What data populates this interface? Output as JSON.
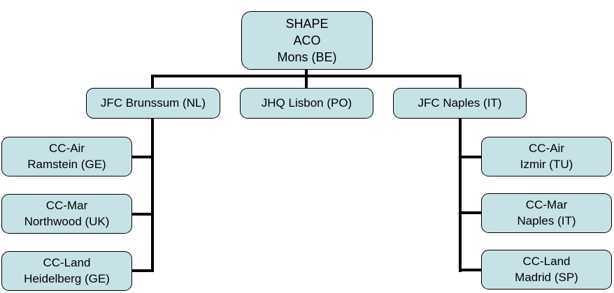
{
  "title": "NATO command structure organization chart",
  "colors": {
    "node_fill": "#c7e2e7",
    "node_border": "#000000",
    "connector": "#000000",
    "background": "#ffffff",
    "text": "#000000"
  },
  "nodes": {
    "shape": {
      "line1": "SHAPE",
      "line2": "ACO",
      "line3": "Mons (BE)"
    },
    "brunssum": {
      "line1": "JFC Brunssum (NL)"
    },
    "lisbon": {
      "line1": "JHQ Lisbon (PO)"
    },
    "naples": {
      "line1": "JFC Naples (IT)"
    },
    "ramstein": {
      "line1": "CC-Air",
      "line2": "Ramstein (GE)"
    },
    "northwood": {
      "line1": "CC-Mar",
      "line2": "Northwood (UK)"
    },
    "heidelberg": {
      "line1": "CC-Land",
      "line2": "Heidelberg (GE)"
    },
    "izmir": {
      "line1": "CC-Air",
      "line2": "Izmir (TU)"
    },
    "ccm_naples": {
      "line1": "CC-Mar",
      "line2": "Naples (IT)"
    },
    "madrid": {
      "line1": "CC-Land",
      "line2": "Madrid (SP)"
    }
  },
  "hierarchy": {
    "root": "SHAPE ACO Mons (BE)",
    "children": [
      {
        "name": "JFC Brunssum (NL)",
        "children": [
          "CC-Air Ramstein (GE)",
          "CC-Mar Northwood (UK)",
          "CC-Land Heidelberg (GE)"
        ]
      },
      {
        "name": "JHQ Lisbon (PO)",
        "children": []
      },
      {
        "name": "JFC Naples (IT)",
        "children": [
          "CC-Air Izmir (TU)",
          "CC-Mar Naples (IT)",
          "CC-Land Madrid (SP)"
        ]
      }
    ]
  }
}
